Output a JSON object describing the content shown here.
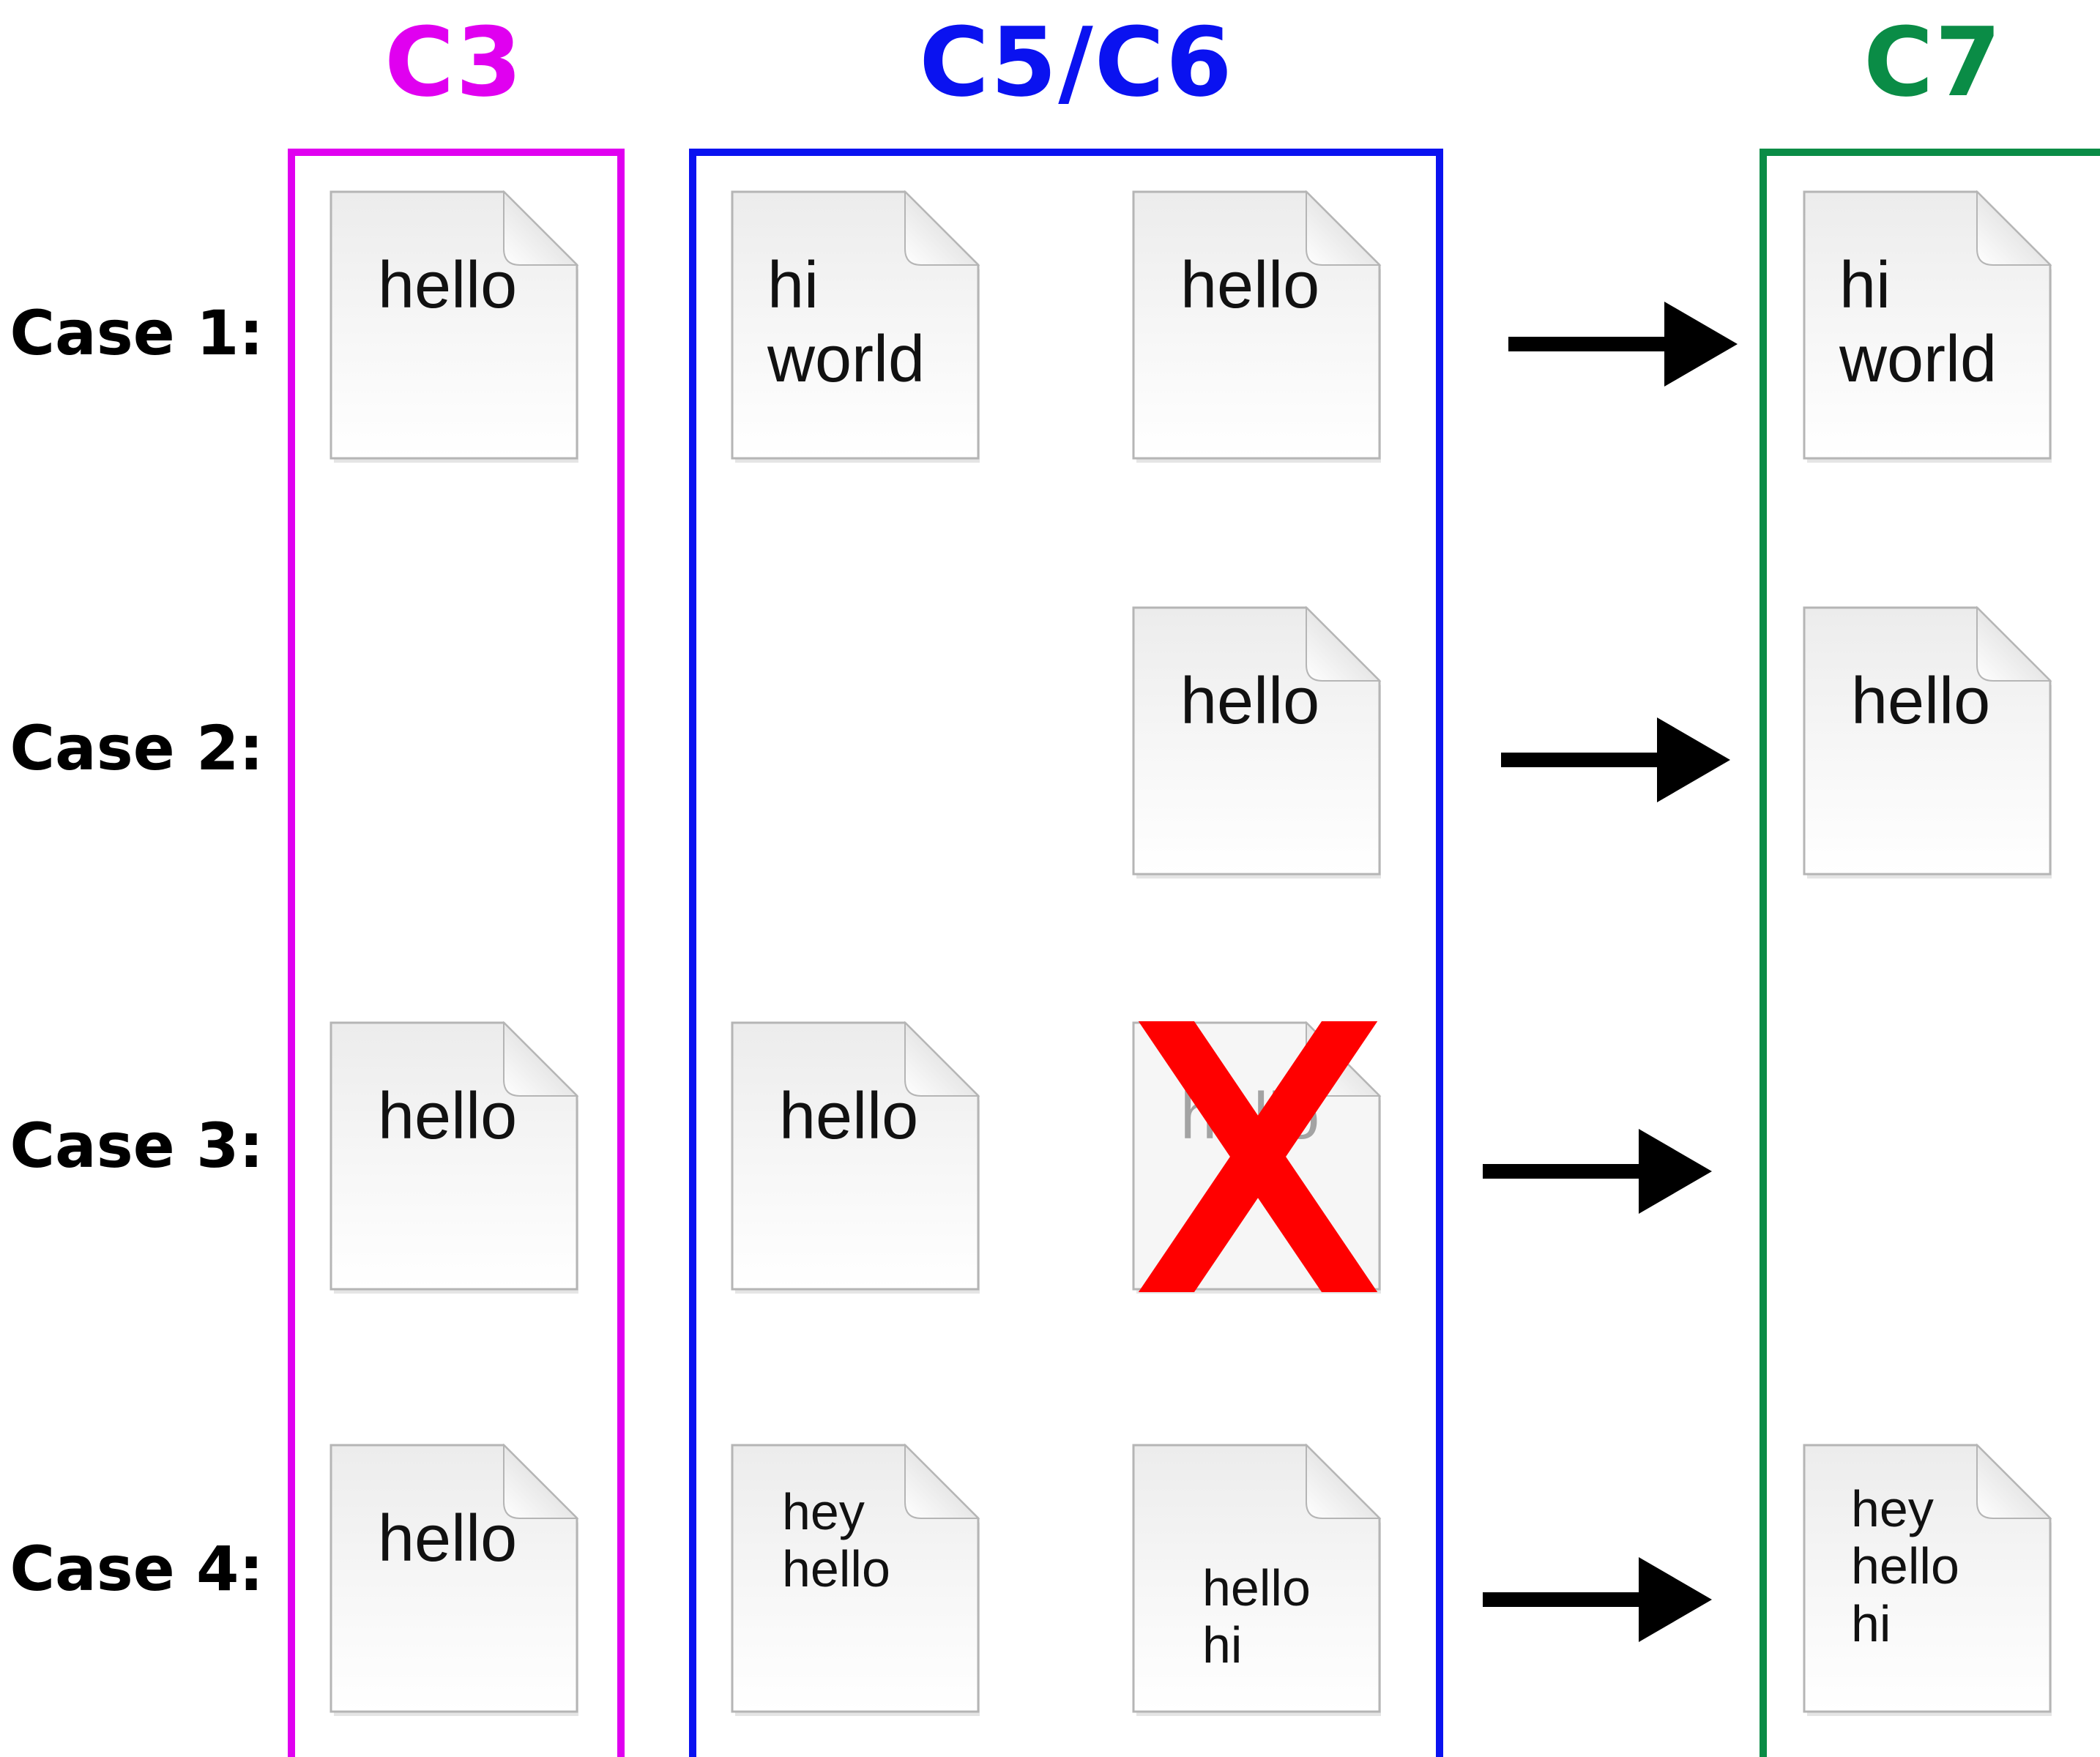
{
  "columns": [
    {
      "id": "c3",
      "label": "C3",
      "color": "#e000f0"
    },
    {
      "id": "c56",
      "label": "C5/C6",
      "color": "#0a12f0"
    },
    {
      "id": "c7",
      "label": "C7",
      "color": "#0a8c46"
    }
  ],
  "cases": [
    {
      "label": "Case 1:",
      "c3": [
        "hello"
      ],
      "c5": [
        "hi",
        "world"
      ],
      "c6": [
        "hello"
      ],
      "c7": [
        "hi",
        "world"
      ]
    },
    {
      "label": "Case 2:",
      "c6": [
        "hello"
      ],
      "c7": [
        "hello"
      ]
    },
    {
      "label": "Case 3:",
      "c3": [
        "hello"
      ],
      "c5": [
        "hello"
      ],
      "c6": [
        "hello"
      ],
      "c6_deleted": true
    },
    {
      "label": "Case 4:",
      "c3": [
        "hello"
      ],
      "c5": [
        "hey",
        "hello"
      ],
      "c6": [
        "hello",
        "hi"
      ],
      "c7": [
        "hey",
        "hello",
        "hi"
      ]
    }
  ],
  "colors": {
    "arrow": "#000000",
    "cross": "#ff0000",
    "file_fill": "#ececec",
    "file_border": "#b5b5b5"
  },
  "icons": {
    "file": "document-file-icon",
    "arrow": "right-arrow-icon",
    "deleted": "red-x-icon"
  }
}
